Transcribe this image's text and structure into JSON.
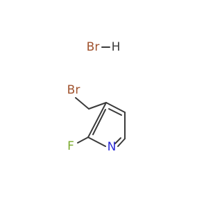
{
  "molecule": {
    "hbr": {
      "br_label": "Br",
      "h_label": "H"
    },
    "atoms": {
      "bromine": "Br",
      "fluorine": "F",
      "nitrogen": "N"
    },
    "colors": {
      "bond": "#3a3a3a",
      "bromine": "#a0522d",
      "fluorine": "#7aaa2c",
      "nitrogen": "#2a2ad8",
      "hydrogen": "#3a3a3a"
    }
  }
}
